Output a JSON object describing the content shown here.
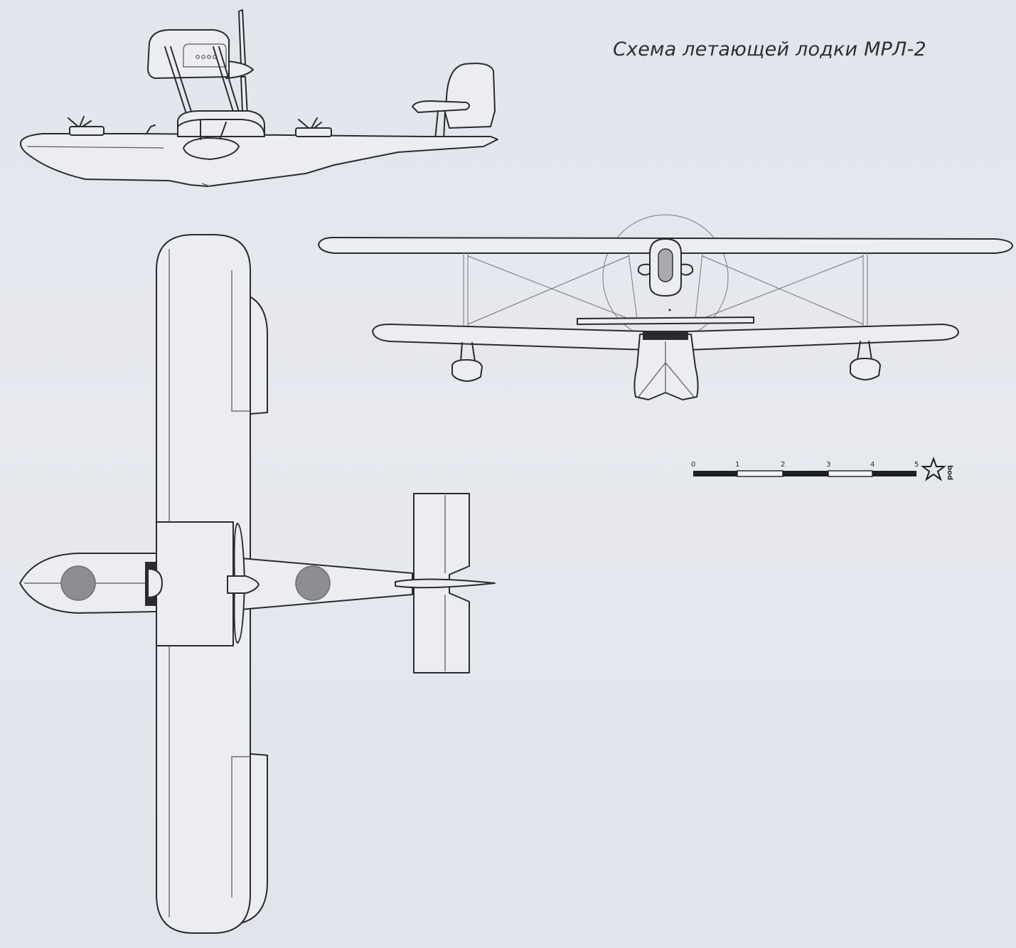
{
  "title": "Схема летающей лодки МРЛ-2",
  "scale_bar": {
    "ticks": [
      "0",
      "1",
      "2",
      "3",
      "4",
      "5"
    ]
  },
  "watermark": "bod",
  "views": [
    {
      "name": "side-view"
    },
    {
      "name": "front-view"
    },
    {
      "name": "top-view"
    }
  ],
  "colors": {
    "background": "#e4e7ee",
    "line": "#2a2b2e",
    "fill": "#ebedf2",
    "engine_disc": "#8c8e93"
  }
}
